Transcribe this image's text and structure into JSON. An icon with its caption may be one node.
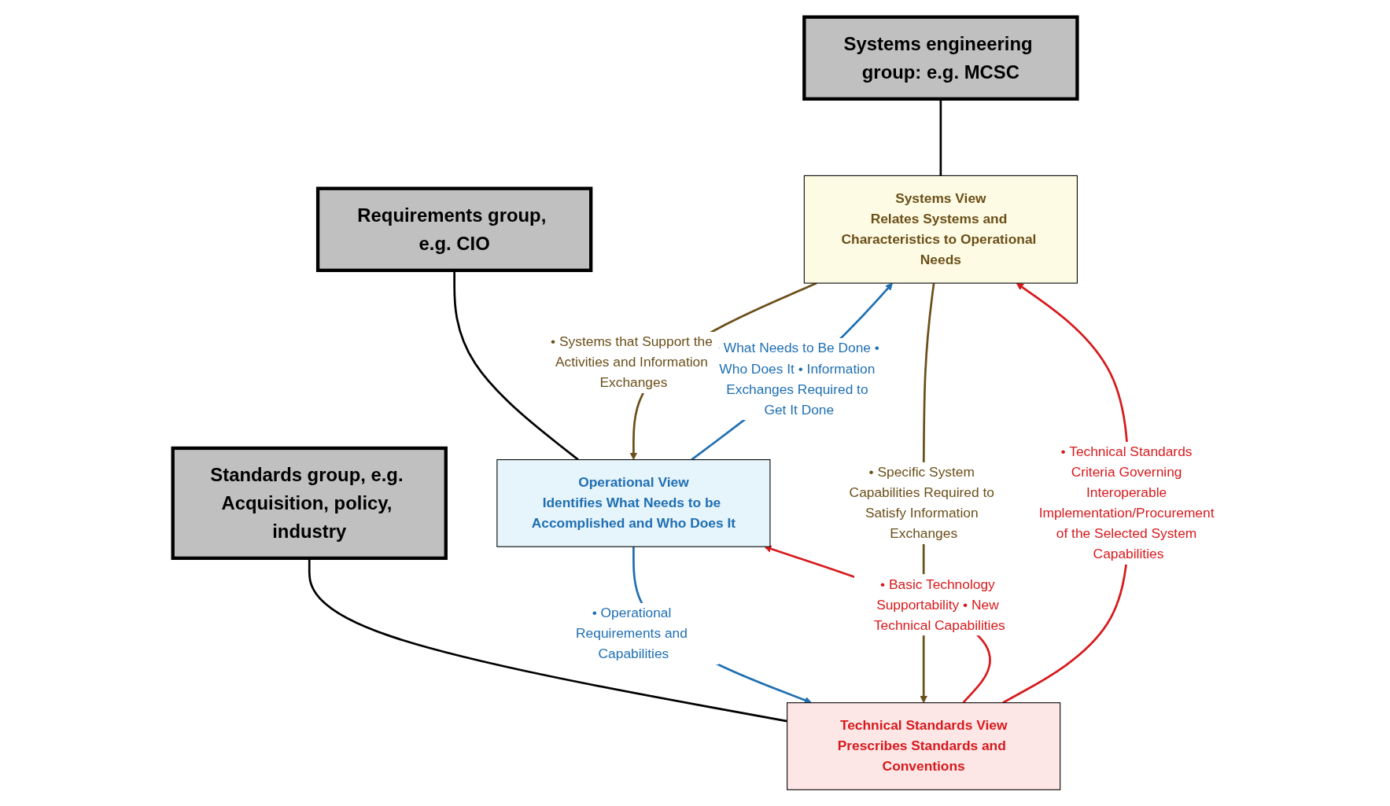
{
  "diagram": {
    "nodes": [
      {
        "text": [
          "Systems engineering group: e.g. MCSC"
        ]
      },
      {
        "text": [
          "Requirements group, e.g. CIO"
        ]
      },
      {
        "text": [
          "Standards group, e.g. Acquisition, policy, industry"
        ]
      },
      {
        "text": [
          "Operational View",
          "Identifies What Needs to be Accomplished and Who Does It"
        ]
      },
      {
        "text": [
          "Systems View",
          "Relates Systems and Characteristics to Operational Needs"
        ]
      },
      {
        "text": [
          "Technical Standards View",
          "Prescribes Standards and Conventions"
        ]
      }
    ],
    "edges": [
      {
        "from": 0,
        "to": 4,
        "arrow": "none"
      },
      {
        "from": 1,
        "to": 3,
        "arrow": "none"
      },
      {
        "from": 2,
        "to": 5,
        "arrow": "none"
      },
      {
        "from": 3,
        "to": 4,
        "arrow": "to",
        "color": "#1f6fb2",
        "label": "• What Needs to Be Done • Who Does It • Information Exchanges Required to Get It Done"
      },
      {
        "from": 4,
        "to": 3,
        "arrow": "to",
        "color": "#6b4f1a",
        "label": "• Systems that Support the Activities and Information Exchanges"
      },
      {
        "from": 5,
        "to": 3,
        "arrow": "to",
        "color": "#d7191c",
        "label": "• Basic Technology Supportability • New Technical Capabilities"
      },
      {
        "from": 3,
        "to": 5,
        "arrow": "to",
        "color": "#1f6fb2",
        "label": "• Operational Requirements and Capabilities"
      },
      {
        "from": 4,
        "to": 5,
        "arrow": "to",
        "color": "#6b4f1a",
        "label": "• Specific System Capabilities Required to Satisfy Information Exchanges"
      },
      {
        "from": 5,
        "to": 4,
        "arrow": "to",
        "color": "#d7191c",
        "label": "• Technical Standards Criteria Governing Interoperable Implementation/Procurement of the Selected System Capabilities"
      }
    ]
  }
}
